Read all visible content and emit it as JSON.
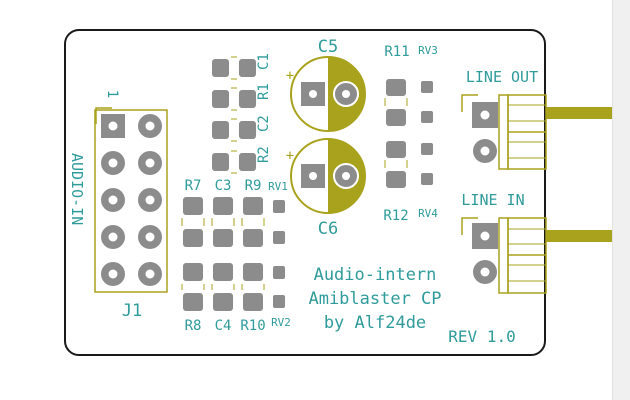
{
  "colors": {
    "silk": "#2f9b9b",
    "pad": "#8c8c8c",
    "pad_hole": "#ffffff",
    "outline": "#1a1a1a",
    "courtyard": "#a9a21c",
    "gold": "#a9a21c",
    "capacitor_fill": "#a9a21c"
  },
  "board": {
    "title_lines": [
      "Audio-intern",
      "Amiblaster CP",
      "by Alf24de"
    ],
    "revision": "REV 1.0"
  },
  "header_j1": {
    "name": "J1",
    "pin1_marker": "1",
    "side_label": "AUDIO-IN"
  },
  "capacitors": {
    "c5": {
      "label": "C5",
      "polarity": "+"
    },
    "c6": {
      "label": "C6",
      "polarity": "+"
    }
  },
  "smd_labels": {
    "c1": "C1",
    "r1": "R1",
    "c2": "C2",
    "r2": "R2",
    "r7": "R7",
    "c3": "C3",
    "r9": "R9",
    "rv1": "RV1",
    "r8": "R8",
    "c4": "C4",
    "r10": "R10",
    "rv2": "RV2",
    "r11": "R11",
    "rv3": "RV3",
    "r12": "R12",
    "rv4": "RV4"
  },
  "connectors": {
    "line_out": "LINE OUT",
    "line_in": "LINE IN"
  }
}
